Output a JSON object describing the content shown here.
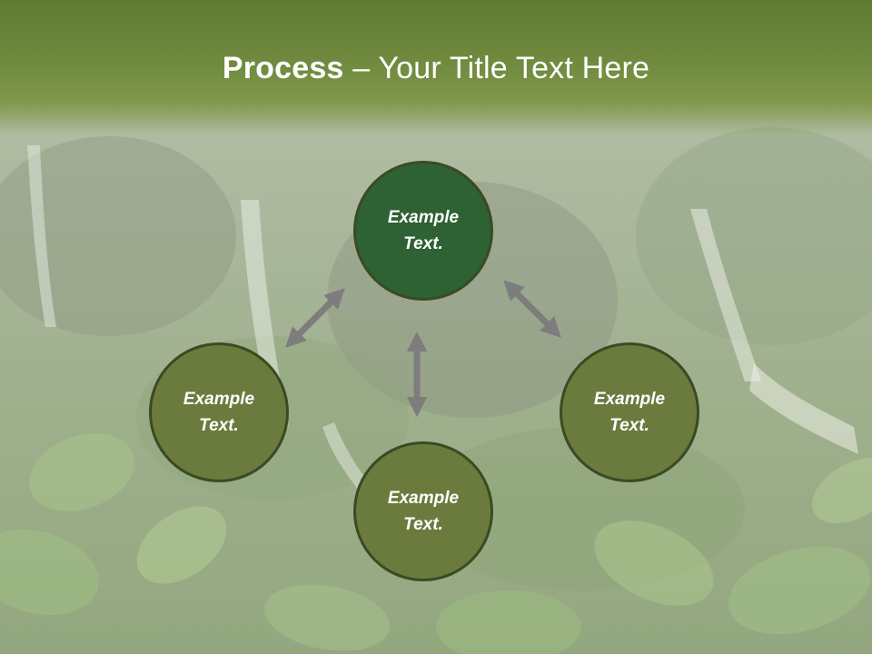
{
  "title": {
    "bold": "Process",
    "separator": " – ",
    "rest": "Your Title Text Here"
  },
  "nodes": [
    {
      "id": "top",
      "line1": "Example",
      "line2": "Text.",
      "fill": "#2e6133"
    },
    {
      "id": "left",
      "line1": "Example",
      "line2": "Text.",
      "fill": "#6b7b3e"
    },
    {
      "id": "right",
      "line1": "Example",
      "line2": "Text.",
      "fill": "#6b7b3e"
    },
    {
      "id": "bottom",
      "line1": "Example",
      "line2": "Text.",
      "fill": "#6b7b3e"
    }
  ],
  "colors": {
    "banner": "#6f8a3e",
    "arrow": "#7d7d7d",
    "node_border": "#3a4a22"
  }
}
